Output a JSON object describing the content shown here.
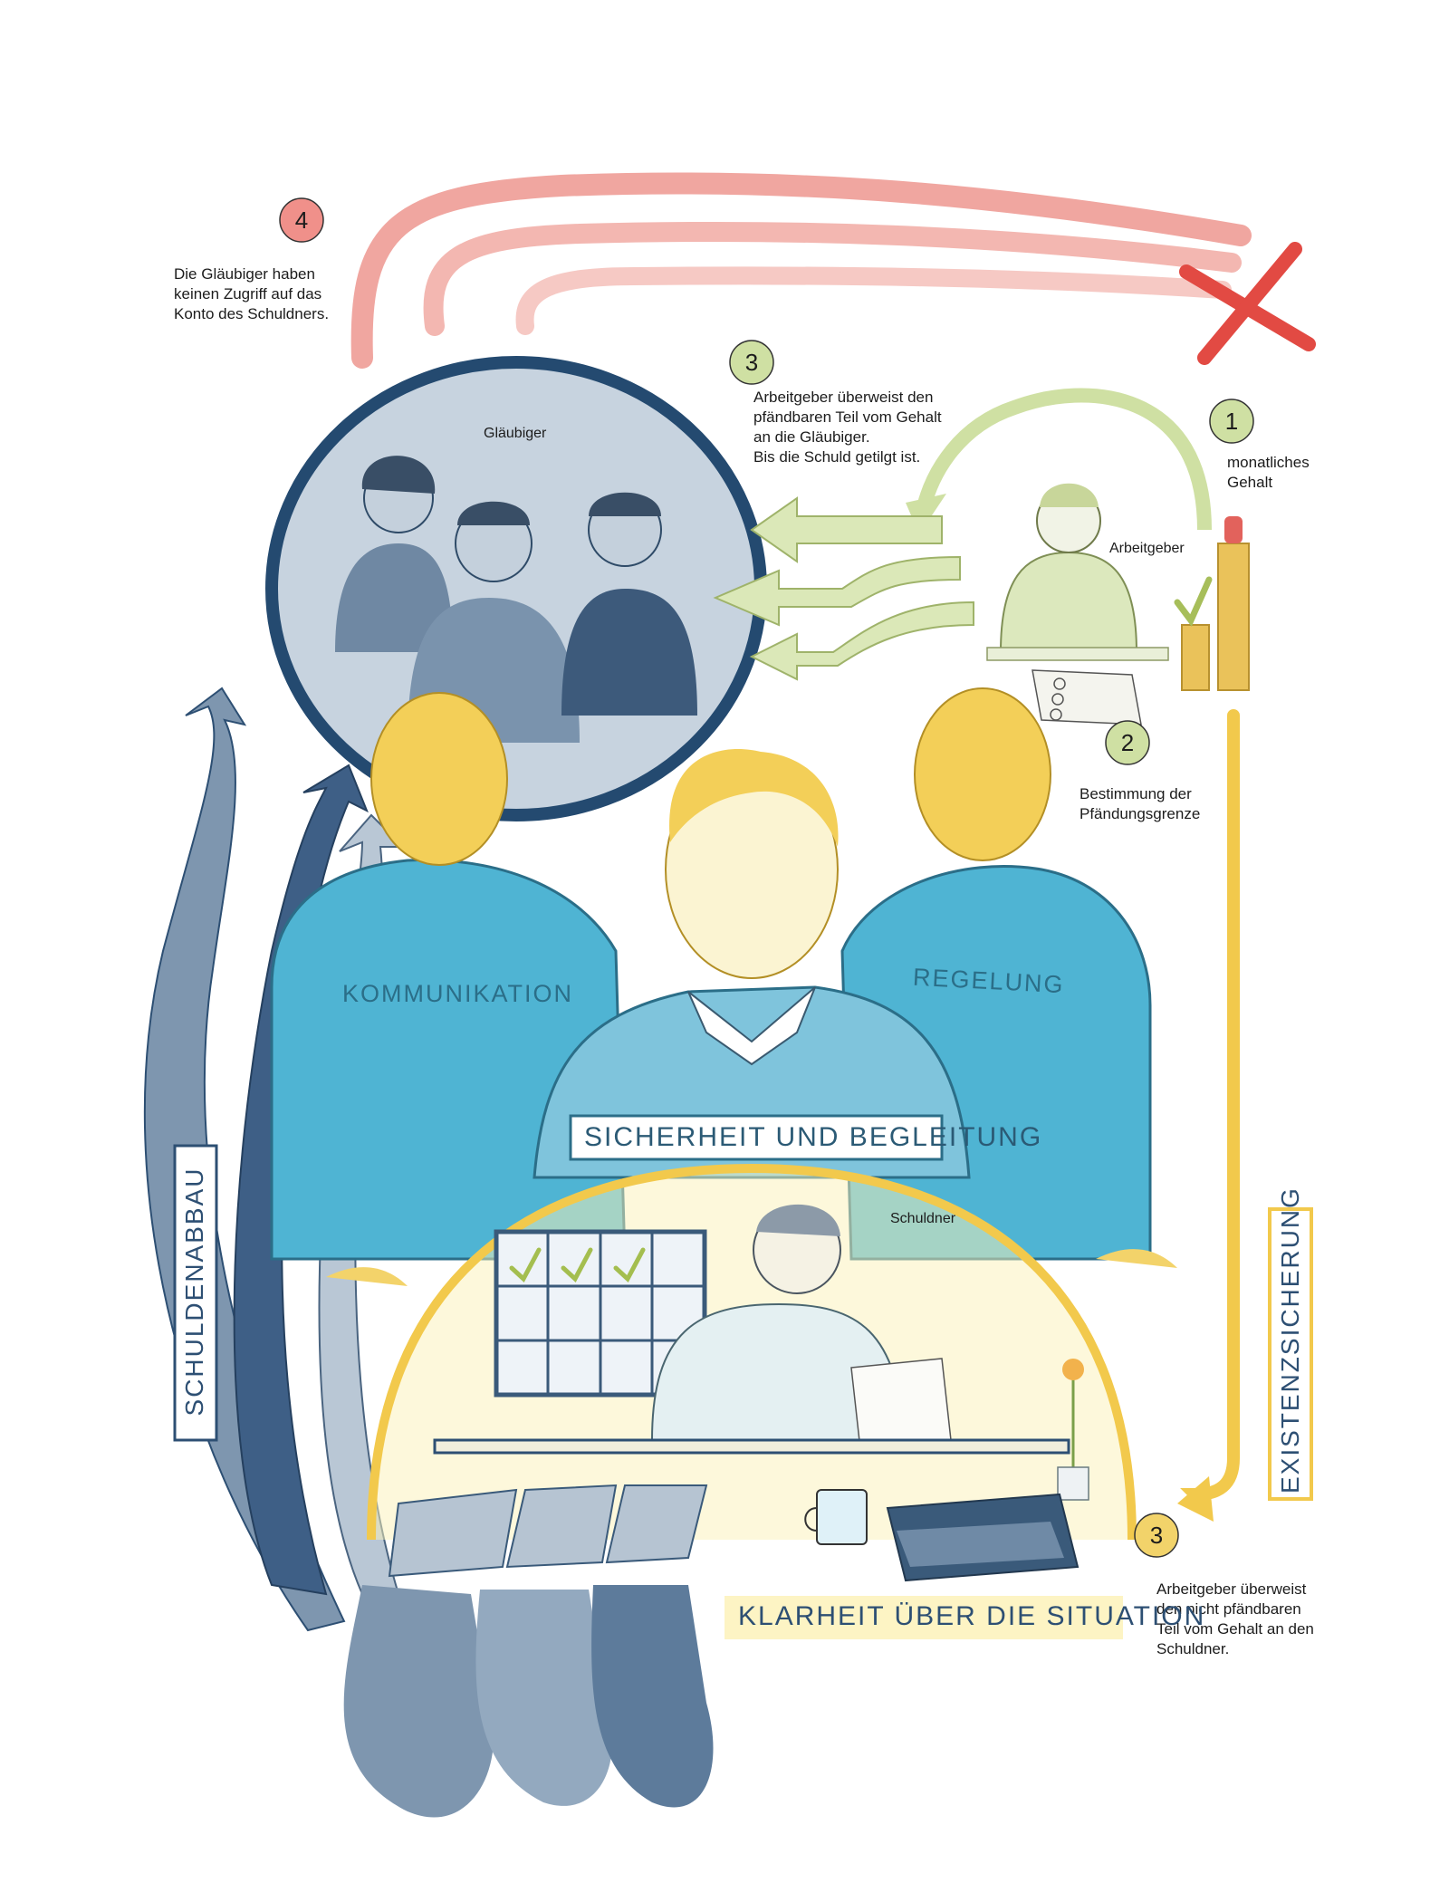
{
  "colors": {
    "red": "#e8716a",
    "green": "#b8cf7a",
    "yellow": "#f2c94c",
    "navy": "#2d4f73",
    "shirt": "#4fb4d3",
    "grey_blue": "#a9bccc"
  },
  "steps": {
    "s1": {
      "number": "1",
      "text": "monatliches\nGehalt"
    },
    "s2": {
      "number": "2",
      "text": "Bestimmung der\nPfändungsgrenze"
    },
    "s3a": {
      "number": "3",
      "text": "Arbeitgeber überweist den\npfändbaren Teil vom Gehalt\nan die Gläubiger.\nBis die Schuld getilgt ist."
    },
    "s3b": {
      "number": "3",
      "text": "Arbeitgeber überweist\nden nicht pfändbaren\nTeil vom Gehalt an den\nSchuldner."
    },
    "s4": {
      "number": "4",
      "text": "Die Gläubiger haben\nkeinen Zugriff auf das\nKonto des Schuldners."
    }
  },
  "labels": {
    "glaeubiger": "Gläubiger",
    "arbeitgeber": "Arbeitgeber",
    "schuldner": "Schuldner",
    "kommunikation": "KOMMUNIKATION",
    "regelung": "REGELUNG",
    "sicherheit": "SICHERHEIT UND BEGLEITUNG",
    "klarheit": "KLARHEIT ÜBER DIE SITUATION",
    "schuldenabbau": "SCHULDENABBAU",
    "existenzsicherung": "EXISTENZSICHERUNG"
  }
}
